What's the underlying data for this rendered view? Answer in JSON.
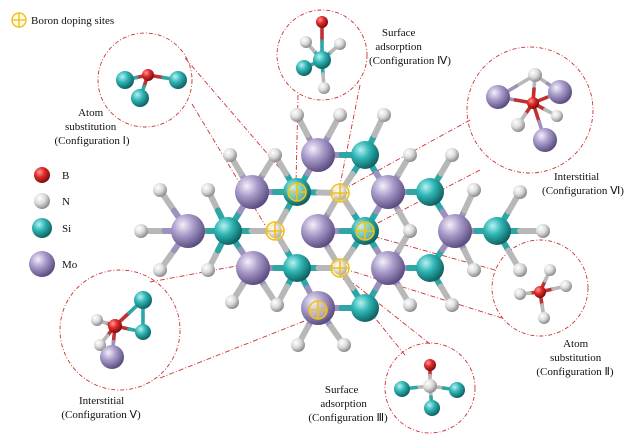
{
  "legend": {
    "doping_sites": "Boron doping sites",
    "elements": [
      {
        "symbol": "B",
        "color": "#d42020"
      },
      {
        "symbol": "N",
        "color": "#e6e6e6"
      },
      {
        "symbol": "Si",
        "color": "#2fb5b5"
      },
      {
        "symbol": "Mo",
        "color": "#a99bc9"
      }
    ]
  },
  "configurations": {
    "I": [
      "Atom",
      "substitution",
      "(Configuration Ⅰ)"
    ],
    "II": [
      "Atom",
      "substitution",
      "(Configuration Ⅱ)"
    ],
    "III": [
      "Surface",
      "adsorption",
      "(Configuration Ⅲ)"
    ],
    "IV": [
      "Surface",
      "adsorption",
      "(Configuration Ⅳ)"
    ],
    "V": [
      "Interstitial",
      "(Configuration Ⅴ)"
    ],
    "VI": [
      "Interstitial",
      "(Configuration Ⅵ)"
    ]
  },
  "colors": {
    "B": "#d42020",
    "N": "#e6e6e6",
    "Si": "#2fb5b5",
    "Mo": "#a99bc9",
    "doping_marker": "#f0c020",
    "callout": "#d03030"
  }
}
